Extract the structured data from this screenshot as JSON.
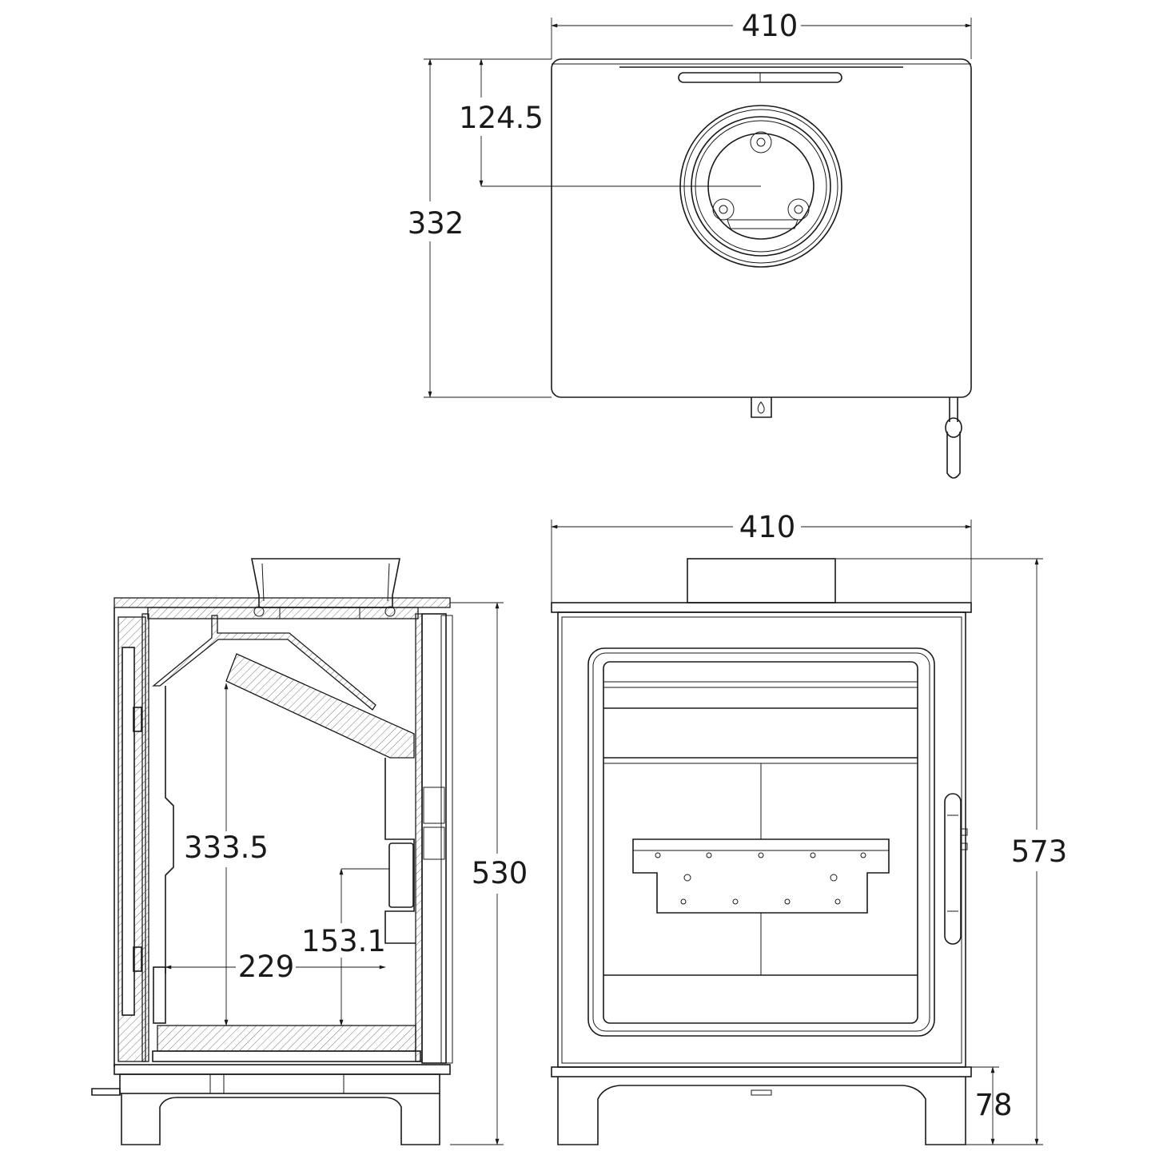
{
  "drawing": {
    "top_view": {
      "width_label": "410",
      "depth_label": "332",
      "flue_offset_label": "124.5"
    },
    "front_view": {
      "width_label": "410",
      "total_height_label": "573",
      "leg_height_label": "78"
    },
    "section_view": {
      "body_height_label": "530",
      "firebox_height_label": "333.5",
      "log_guard_height_label": "153.1",
      "firebox_depth_label": "229"
    }
  }
}
